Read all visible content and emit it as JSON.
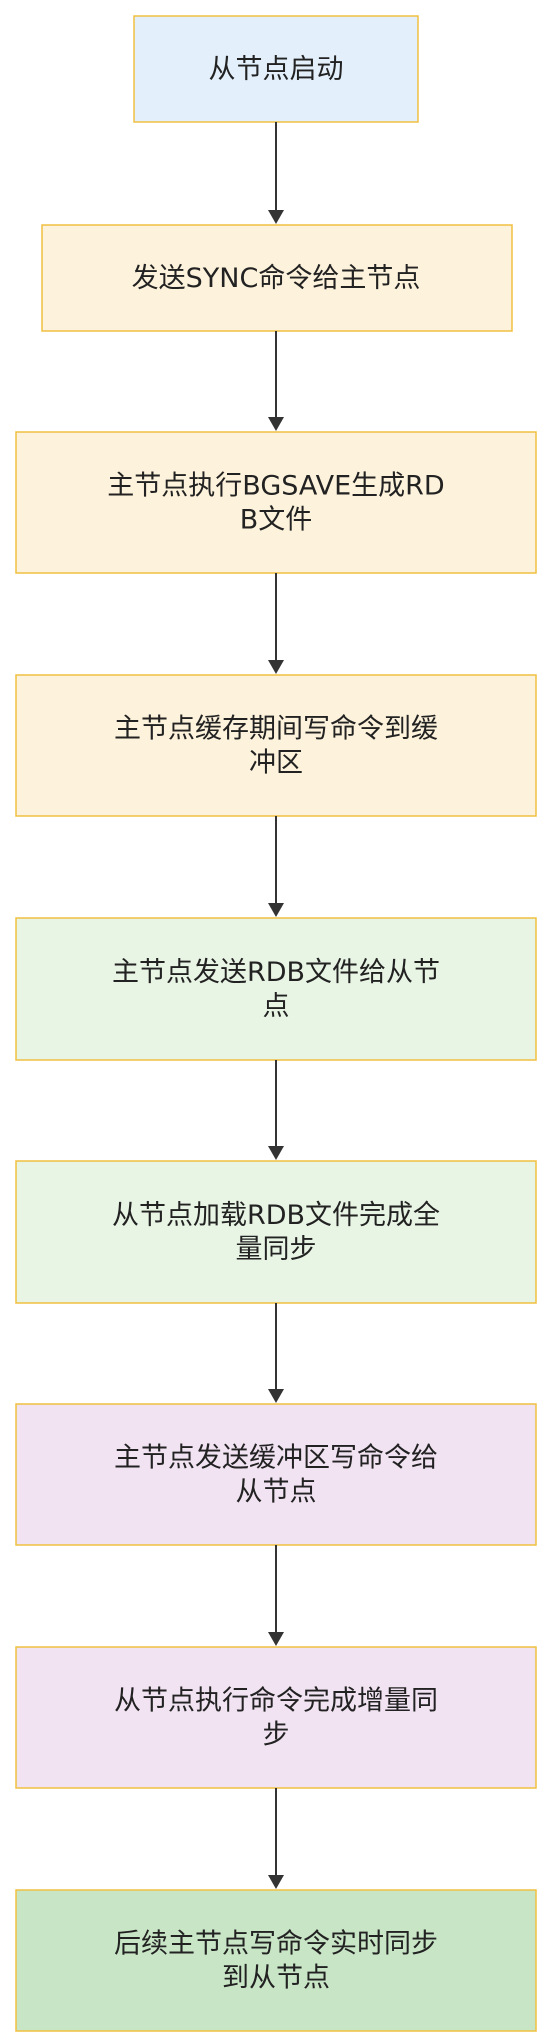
{
  "diagram": {
    "type": "flowchart",
    "direction": "top-down",
    "nodes": [
      {
        "id": "n1",
        "lines": [
          "从节点启动"
        ],
        "fill": "#e3f0fb"
      },
      {
        "id": "n2",
        "lines": [
          "发送SYNC命令给主节点"
        ],
        "fill": "#fdf2dc"
      },
      {
        "id": "n3",
        "lines": [
          "主节点执行BGSAVE生成RD",
          "B文件"
        ],
        "fill": "#fdf2dc"
      },
      {
        "id": "n4",
        "lines": [
          "主节点缓存期间写命令到缓",
          "冲区"
        ],
        "fill": "#fdf2dc"
      },
      {
        "id": "n5",
        "lines": [
          "主节点发送RDB文件给从节",
          "点"
        ],
        "fill": "#e8f4e4"
      },
      {
        "id": "n6",
        "lines": [
          "从节点加载RDB文件完成全",
          "量同步"
        ],
        "fill": "#e8f4e4"
      },
      {
        "id": "n7",
        "lines": [
          "主节点发送缓冲区写命令给",
          "从节点"
        ],
        "fill": "#f2e3f3"
      },
      {
        "id": "n8",
        "lines": [
          "从节点执行命令完成增量同",
          "步"
        ],
        "fill": "#f2e3f3"
      },
      {
        "id": "n9",
        "lines": [
          "后续主节点写命令实时同步",
          "到从节点"
        ],
        "fill": "#c8e5c6"
      }
    ],
    "edges": [
      {
        "from": "n1",
        "to": "n2"
      },
      {
        "from": "n2",
        "to": "n3"
      },
      {
        "from": "n3",
        "to": "n4"
      },
      {
        "from": "n4",
        "to": "n5"
      },
      {
        "from": "n5",
        "to": "n6"
      },
      {
        "from": "n6",
        "to": "n7"
      },
      {
        "from": "n7",
        "to": "n8"
      },
      {
        "from": "n8",
        "to": "n9"
      }
    ]
  }
}
